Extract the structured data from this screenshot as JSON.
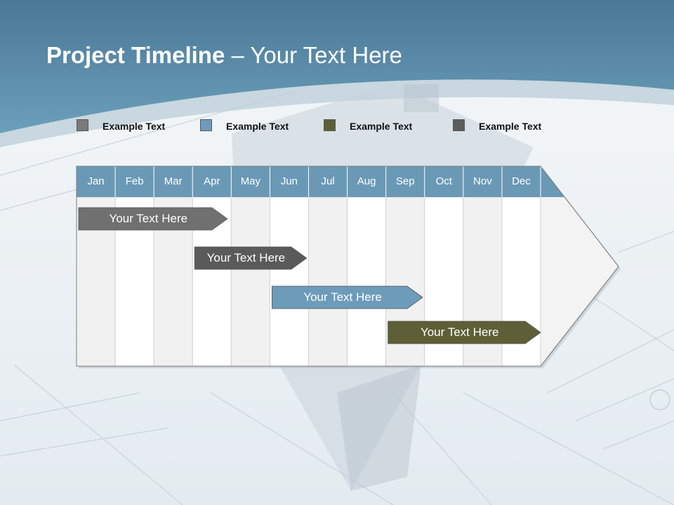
{
  "title": {
    "bold": "Project Timeline",
    "rest": " – Your Text Here"
  },
  "colors": {
    "header_blue": "#6a99b6",
    "task_gray": "#707070",
    "task_dark": "#5a5a5a",
    "task_blue": "#6d9bba",
    "task_olive": "#5e5f36",
    "legend_gray": "#7a7a7a",
    "legend_blue": "#6d9bba",
    "legend_olive": "#5e5f36",
    "legend_dark": "#5c5c5c"
  },
  "legend": [
    {
      "label": "Example Text",
      "color": "#7a7a7a"
    },
    {
      "label": "Example Text",
      "color": "#6d9bba"
    },
    {
      "label": "Example Text",
      "color": "#5e5f36"
    },
    {
      "label": "Example Text",
      "color": "#5c5c5c"
    }
  ],
  "months": [
    "Jan",
    "Feb",
    "Mar",
    "Apr",
    "May",
    "Jun",
    "Jul",
    "Aug",
    "Sep",
    "Oct",
    "Nov",
    "Dec"
  ],
  "tasks": [
    {
      "label": "Your  Text Here",
      "start": 0,
      "end": 3.9,
      "color": "#707070"
    },
    {
      "label": "Your  Text Here",
      "start": 3.0,
      "end": 5.95,
      "color": "#5a5a5a"
    },
    {
      "label": "Your  Text Here",
      "start": 5.0,
      "end": 8.95,
      "color": "#6d9bba"
    },
    {
      "label": "Your  Text Here",
      "start": 8.0,
      "end": 12.0,
      "color": "#5e5f36"
    }
  ]
}
